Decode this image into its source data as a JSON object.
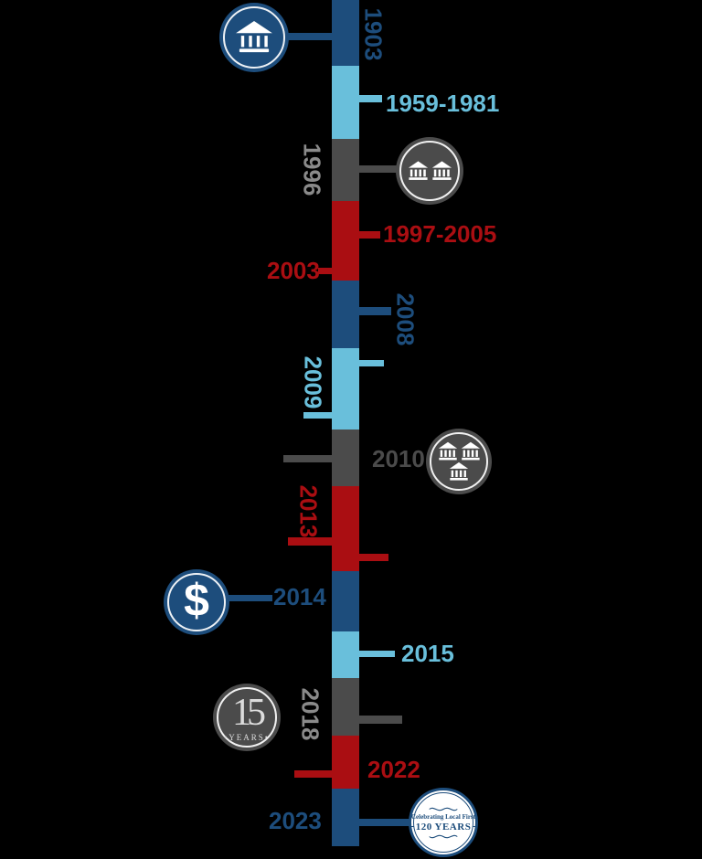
{
  "palette": {
    "navy": "#1d4d7c",
    "light_blue": "#69bfdb",
    "dark_gray": "#4b4b4b",
    "red": "#aa0e12",
    "gray_text": "#8a8a8a",
    "white": "#ffffff",
    "background": "#000000"
  },
  "timeline": {
    "type": "vertical-timeline",
    "segments": [
      "navy",
      "light_blue",
      "dark_gray",
      "red",
      "navy",
      "light_blue",
      "dark_gray",
      "red",
      "navy",
      "light_blue",
      "dark_gray",
      "red",
      "navy"
    ]
  },
  "events": [
    {
      "label": "1903",
      "color": "navy",
      "side": "right",
      "orientation": "vertical",
      "icon": "bank-icon"
    },
    {
      "label": "1959-1981",
      "color": "light_blue",
      "side": "right",
      "orientation": "horizontal"
    },
    {
      "label": "1996",
      "color": "gray",
      "side": "left",
      "orientation": "vertical",
      "icon": "two-banks-icon"
    },
    {
      "label": "1997-2005",
      "color": "red",
      "side": "right",
      "orientation": "horizontal"
    },
    {
      "label": "2003",
      "color": "red",
      "side": "left",
      "orientation": "horizontal"
    },
    {
      "label": "2008",
      "color": "navy",
      "side": "right",
      "orientation": "vertical"
    },
    {
      "label": "2009",
      "color": "light_blue",
      "side": "left",
      "orientation": "vertical"
    },
    {
      "label": "2010",
      "color": "gray",
      "side": "right",
      "orientation": "horizontal",
      "icon": "three-banks-icon"
    },
    {
      "label": "2013",
      "color": "red",
      "side": "left",
      "orientation": "vertical"
    },
    {
      "label": "2014",
      "color": "navy",
      "side": "left",
      "orientation": "horizontal",
      "icon": "dollar-icon"
    },
    {
      "label": "2015",
      "color": "light_blue",
      "side": "right",
      "orientation": "horizontal"
    },
    {
      "label": "2018",
      "color": "gray",
      "side": "left",
      "orientation": "vertical",
      "icon": "fifteen-years-icon"
    },
    {
      "label": "2022",
      "color": "red",
      "side": "right",
      "orientation": "horizontal"
    },
    {
      "label": "2023",
      "color": "navy",
      "side": "left",
      "orientation": "horizontal",
      "icon": "anniversary-badge-icon"
    }
  ],
  "dollar_icon": {
    "symbol": "$"
  },
  "fifteen_years_icon": {
    "number": "15",
    "caption": "•YEARS•"
  },
  "anniversary_badge": {
    "line1": "Celebrating Local First",
    "line2": "120 YEARS"
  }
}
